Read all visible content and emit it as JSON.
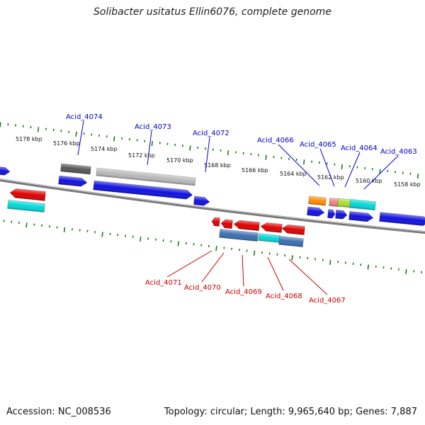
{
  "title": "Solibacter usitatus Ellin6076, complete genome",
  "footer": {
    "accession": "Accession: NC_008536",
    "summary": "Topology: circular; Length: 9,965,640 bp; Genes: 7,887"
  },
  "colors": {
    "backbone": "#777777",
    "ticks": "#1e7a1e",
    "plus_label": "#0000cc",
    "minus_label": "#cc0000",
    "blue": "#1010e0",
    "red": "#e00000",
    "cyan": "#00d8d8",
    "steelblue": "#3a6fb0",
    "darkgray": "#555555",
    "lightgray": "#b8b8b8",
    "orange": "#ff8c00",
    "pink": "#f08080",
    "green": "#a8e030"
  },
  "ticks": [
    {
      "label": "5178 kbp"
    },
    {
      "label": "5176 kbp"
    },
    {
      "label": "5174 kbp"
    },
    {
      "label": "5172 kbp"
    },
    {
      "label": "5170 kbp"
    },
    {
      "label": "5168 kbp"
    },
    {
      "label": "5166 kbp"
    },
    {
      "label": "5164 kbp"
    },
    {
      "label": "5162 kbp"
    },
    {
      "label": "5160 kbp"
    },
    {
      "label": "5158 kbp"
    }
  ],
  "plus_genes": [
    {
      "name": "Acid_4074"
    },
    {
      "name": "Acid_4073"
    },
    {
      "name": "Acid_4072"
    },
    {
      "name": "Acid_4066"
    },
    {
      "name": "Acid_4065"
    },
    {
      "name": "Acid_4064"
    },
    {
      "name": "Acid_4063"
    }
  ],
  "minus_genes": [
    {
      "name": "Acid_4071"
    },
    {
      "name": "Acid_4070"
    },
    {
      "name": "Acid_4069"
    },
    {
      "name": "Acid_4068"
    },
    {
      "name": "Acid_4067"
    }
  ]
}
